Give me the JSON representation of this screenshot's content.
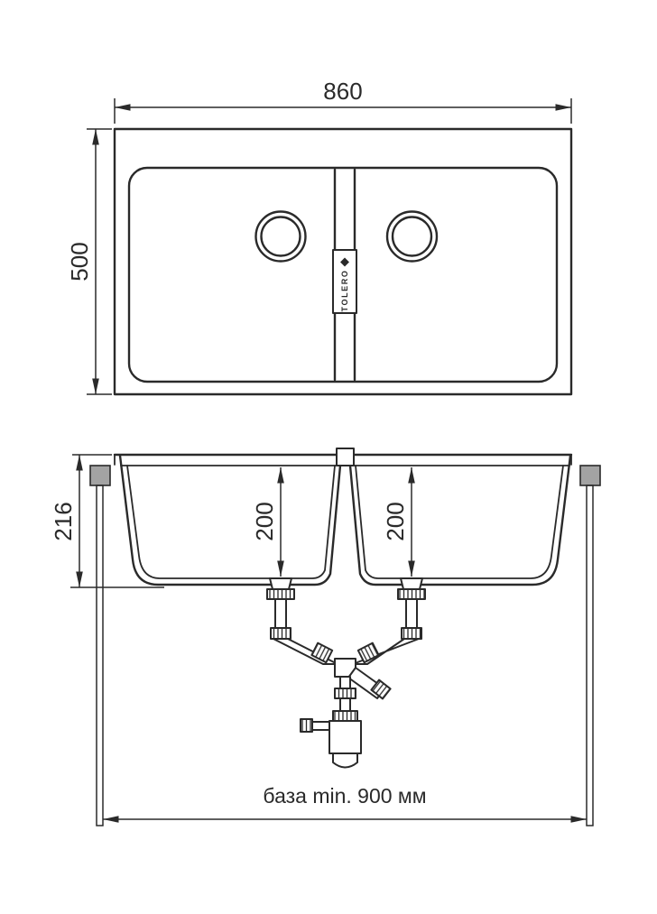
{
  "drawing": {
    "type": "kitchen sink technical drawing, top view and cross-section",
    "brand": {
      "logo_text": "TOLERO"
    },
    "top_view": {
      "width_mm": "860",
      "depth_mm": "500"
    },
    "section_view": {
      "height_mm": "216",
      "bowl_depth_left": "200",
      "bowl_depth_right": "200",
      "base_note": "база min. 900 мм"
    },
    "colors": {
      "line": "#2a2a2a",
      "background": "#ffffff",
      "support_fill": "#a3a3a3"
    }
  }
}
